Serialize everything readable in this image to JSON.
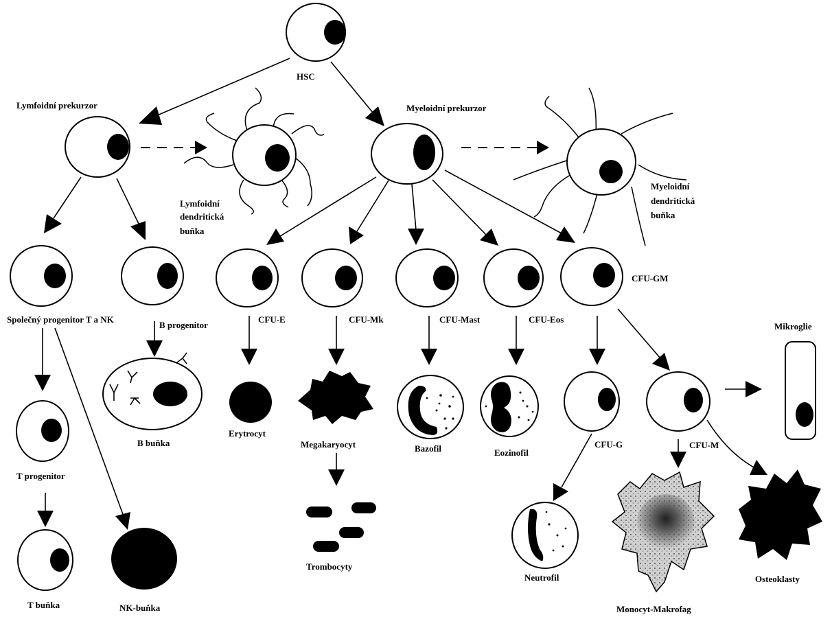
{
  "labels": {
    "hsc": "HSC",
    "lymph_prec": "Lymfoidní prekurzor",
    "myelo_prec": "Myeloidní prekurzor",
    "lymph_dc": [
      "Lymfoidní",
      "dendritická",
      "buňka"
    ],
    "myelo_dc": [
      "Myeloidní",
      "dendritická",
      "buňka"
    ],
    "common_tnk": "Společný progenitor T a NK",
    "b_prog": "B progenitor",
    "b_cell": "B buňka",
    "t_prog": "T progenitor",
    "t_cell": "T buňka",
    "nk_cell": "NK-buňka",
    "cfu_e": "CFU-E",
    "cfu_mk": "CFU-Mk",
    "cfu_mast": "CFU-Mast",
    "cfu_eos": "CFU-Eos",
    "cfu_gm": "CFU-GM",
    "cfu_g": "CFU-G",
    "cfu_m": "CFU-M",
    "erythrocyte": "Erytrocyt",
    "megakaryocyte": "Megakaryocyt",
    "thrombocytes": "Trombocyty",
    "basophil": "Bazofil",
    "eosinophil": "Eozinofil",
    "neutrophil": "Neutrofil",
    "monocyte": "Monocyt-Makrofag",
    "microglia": "Mikroglie",
    "osteoclasts": "Osteoklasty"
  },
  "colors": {
    "ink": "#000000",
    "paper": "#ffffff",
    "macrophage_fill": "#b8b8b8"
  }
}
